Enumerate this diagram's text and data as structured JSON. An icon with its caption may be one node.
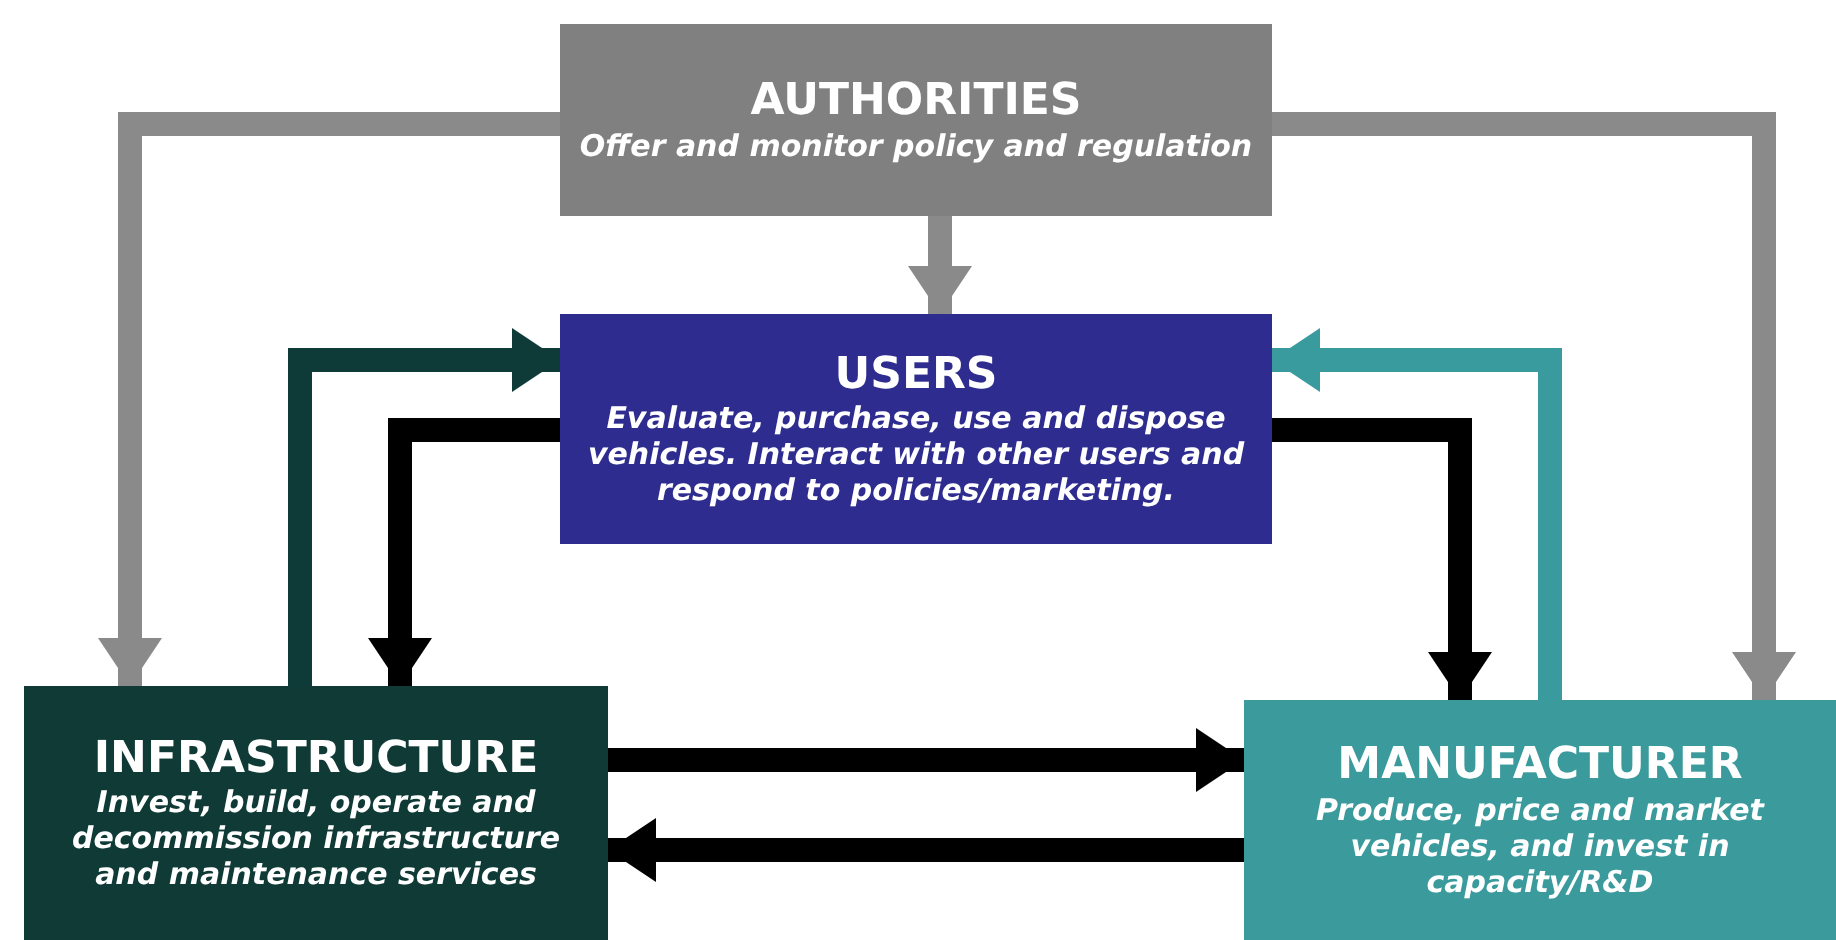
{
  "diagram": {
    "nodes": [
      {
        "text": [
          "AUTHORITIES",
          "Offer and monitor policy and regulation"
        ]
      },
      {
        "text": [
          "USERS",
          "Evaluate, purchase, use and dispose vehicles. Interact with other users and respond to policies/marketing."
        ]
      },
      {
        "text": [
          "INFRASTRUCTURE",
          "Invest, build, operate and decommission infrastructure and maintenance services"
        ]
      },
      {
        "text": [
          "MANUFACTURER",
          "Produce, price and market vehicles, and invest in capacity/R&D"
        ]
      }
    ],
    "edges": [
      {
        "from": 0,
        "to": 2,
        "arrow": "to",
        "color": "#8a8a8a"
      },
      {
        "from": 0,
        "to": 3,
        "arrow": "to",
        "color": "#8a8a8a"
      },
      {
        "from": 0,
        "to": 1,
        "arrow": "to",
        "color": "#8a8a8a"
      },
      {
        "from": 2,
        "to": 1,
        "arrow": "to",
        "color": "#0e3b37"
      },
      {
        "from": 1,
        "to": 2,
        "arrow": "to"
      },
      {
        "from": 1,
        "to": 3,
        "arrow": "to"
      },
      {
        "from": 3,
        "to": 1,
        "arrow": "to",
        "color": "#3a9b9e"
      },
      {
        "from": 2,
        "to": 3,
        "arrow": "to"
      },
      {
        "from": 3,
        "to": 2,
        "arrow": "to"
      }
    ]
  }
}
